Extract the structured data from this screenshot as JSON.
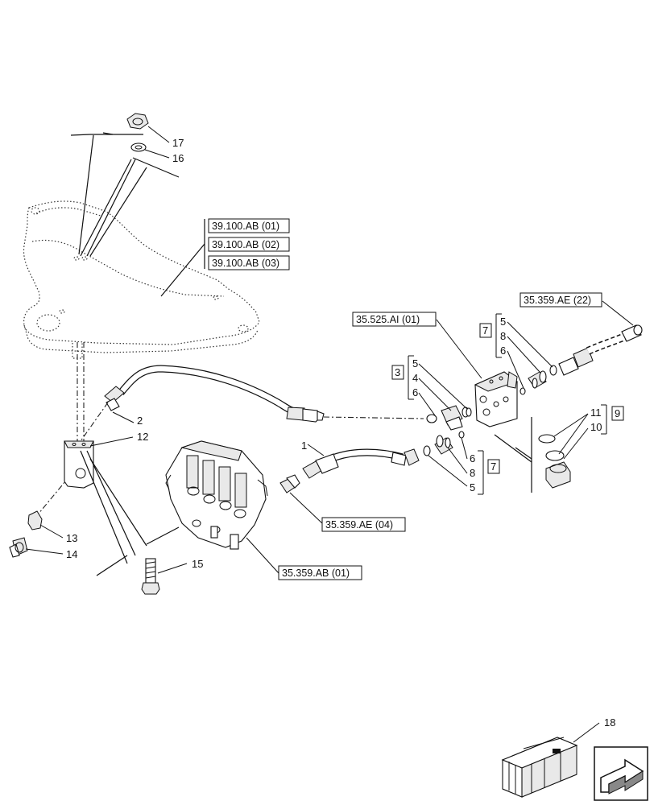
{
  "references": {
    "r39_1": "39.100.AB (01)",
    "r39_2": "39.100.AB (02)",
    "r39_3": "39.100.AB (03)",
    "r525": "35.525.AI (01)",
    "r359_22": "35.359.AE (22)",
    "r359_04": "35.359.AE (04)",
    "r359ab": "35.359.AB (01)"
  },
  "callouts": {
    "c1": "1",
    "c2": "2",
    "c12": "12",
    "c13": "13",
    "c14": "14",
    "c15": "15",
    "c16": "16",
    "c17": "17",
    "c18": "18",
    "kitA": {
      "box": "3",
      "items": [
        "5",
        "4",
        "6"
      ]
    },
    "kitB": {
      "box": "7",
      "items": [
        "5",
        "8",
        "6"
      ]
    },
    "kitC": {
      "box": "7",
      "items": [
        "6",
        "8",
        "5"
      ]
    },
    "kitD": {
      "box": "9",
      "items": [
        "11",
        "10"
      ]
    }
  },
  "icons": {
    "nav": "next-page-arrow-icon",
    "kit": "parts-crate-icon"
  }
}
